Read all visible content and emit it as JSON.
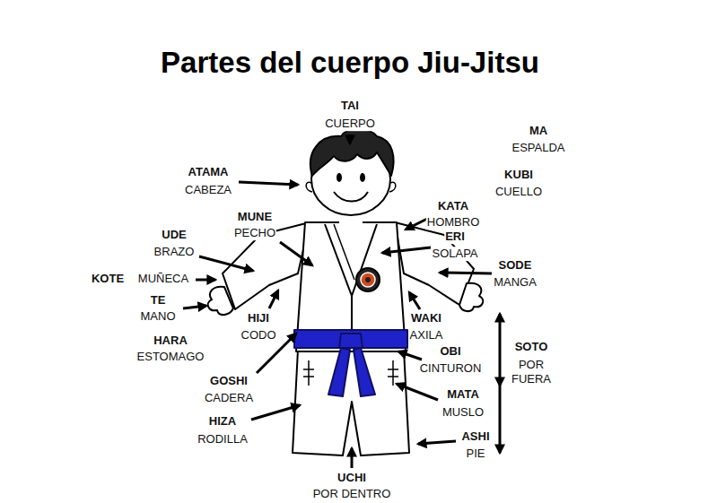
{
  "diagram": {
    "title": "Partes del cuerpo Jiu-Jitsu",
    "labels": [
      "TAI",
      "CUERPO",
      "MA",
      "ESPALDA",
      "ATAMA",
      "CABEZA",
      "KUBI",
      "CUELLO",
      "KATA",
      "HOMBRO",
      "MUNE",
      "PECHO",
      "UDE",
      "BRAZO",
      "ERI",
      "SOLAPA",
      "SODE",
      "MANGA",
      "KOTE",
      "MUÑECA",
      "TE",
      "MANO",
      "HIJI",
      "CODO",
      "WAKI",
      "AXILA",
      "HARA",
      "ESTOMAGO",
      "SOTO",
      "POR FUERA",
      "OBI",
      "CINTURON",
      "GOSHI",
      "CADERA",
      "MATA",
      "MUSLO",
      "HIZA",
      "RODILLA",
      "ASHI",
      "PIE",
      "UCHI",
      "POR DENTRO"
    ]
  }
}
